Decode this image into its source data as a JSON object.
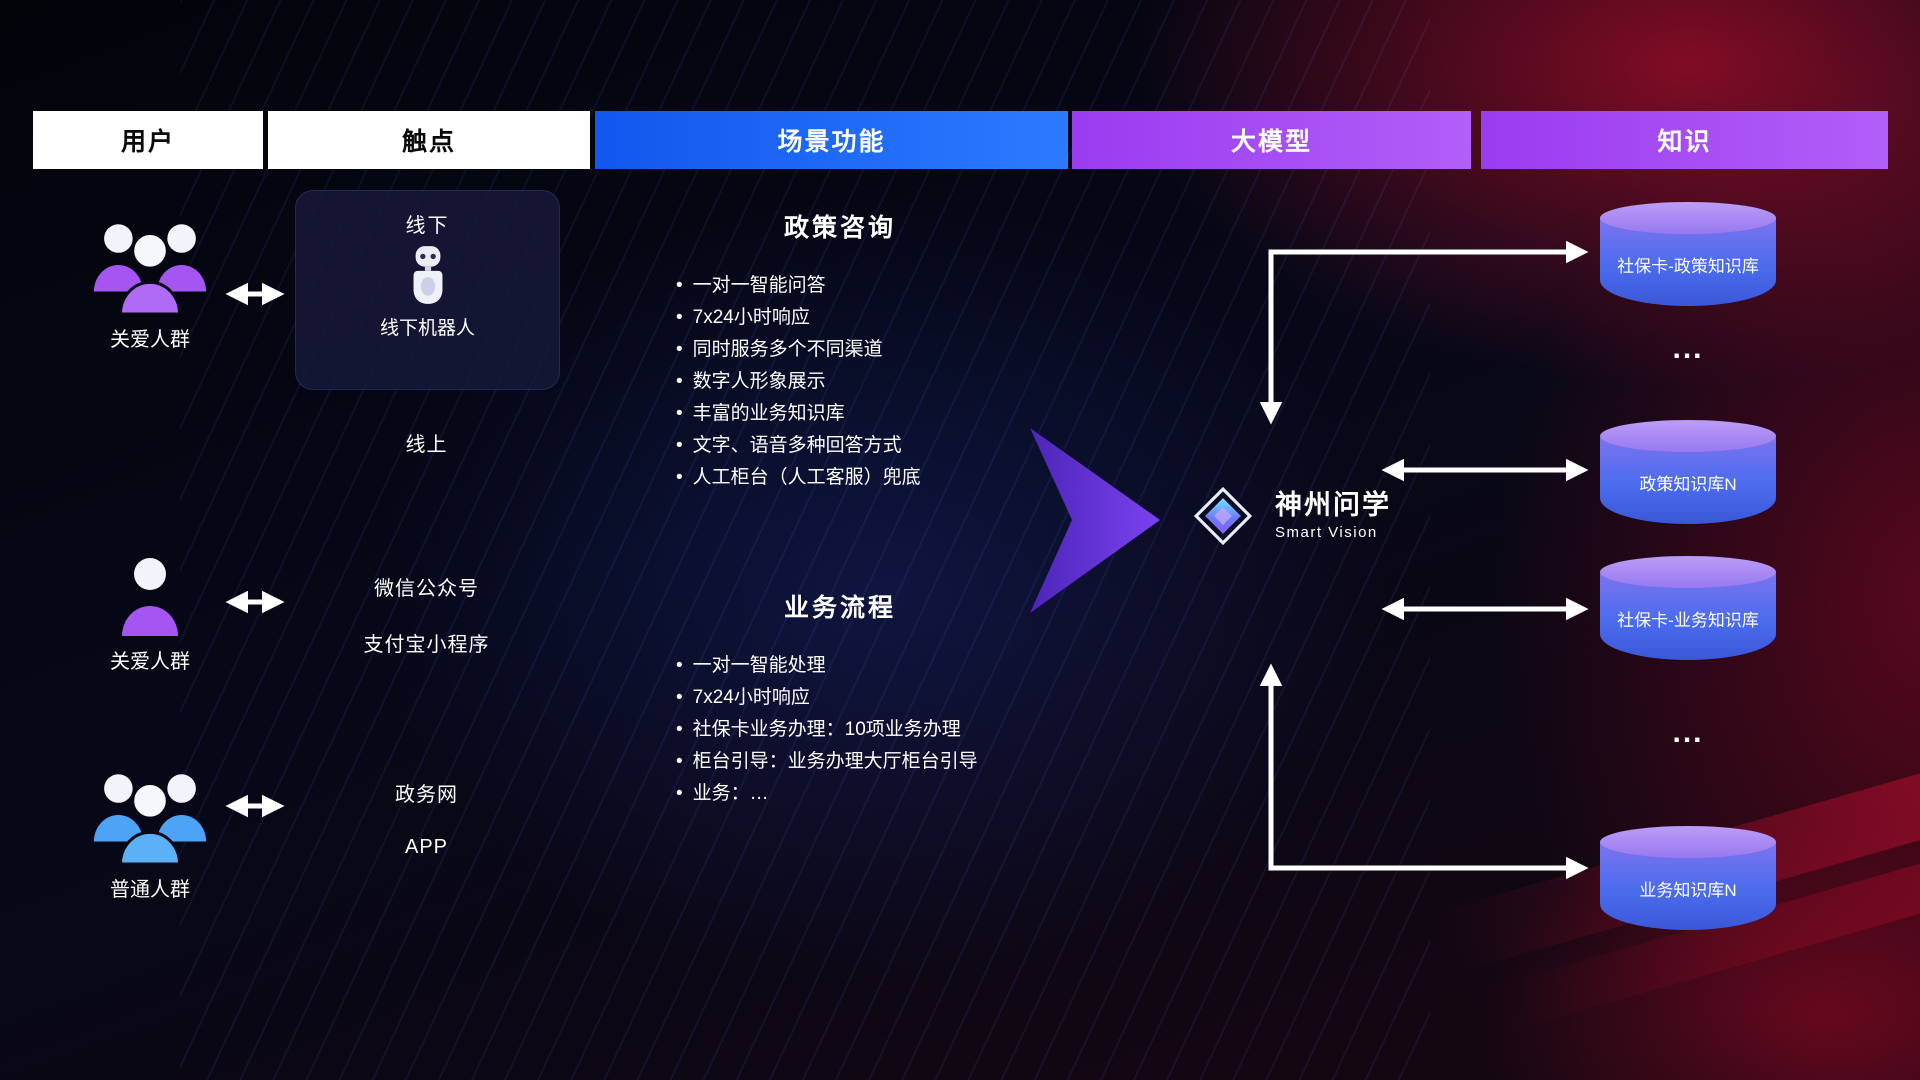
{
  "headers": [
    {
      "label": "用户"
    },
    {
      "label": "触点"
    },
    {
      "label": "场景功能"
    },
    {
      "label": "大模型"
    },
    {
      "label": "知识"
    }
  ],
  "colors": {
    "header_white_bg": "#ffffff",
    "header_blue_bg": "#1c63f2",
    "header_purple_bg": "#a44df2",
    "cylinder_top": "#a98ef5",
    "cylinder_body": "#4a6cee",
    "arrow": "#ffffff",
    "user_icon_purple": "#a555f2",
    "user_icon_blue": "#4da4f6",
    "background_red": "#8c0a20",
    "background_navy": "#060818"
  },
  "users": [
    {
      "label": "关爱人群",
      "icon": "people-group-purple"
    },
    {
      "label": "关爱人群",
      "icon": "person-purple"
    },
    {
      "label": "普通人群",
      "icon": "people-group-blue"
    }
  ],
  "touchpoints": {
    "offline_title": "线下",
    "offline_robot_label": "线下机器人",
    "online_title": "线上",
    "online_channels": [
      "微信公众号",
      "支付宝小程序"
    ],
    "gov_channels": [
      "政务网",
      "APP"
    ]
  },
  "scenes": [
    {
      "title": "政策咨询",
      "items": [
        "一对一智能问答",
        "7x24小时响应",
        "同时服务多个不同渠道",
        "数字人形象展示",
        "丰富的业务知识库",
        "文字、语音多种回答方式",
        "人工柜台（人工客服）兜底"
      ]
    },
    {
      "title": "业务流程",
      "items": [
        "一对一智能处理",
        "7x24小时响应",
        "社保卡业务办理：10项业务办理",
        "柜台引导：业务办理大厅柜台引导",
        "业务：…"
      ]
    }
  ],
  "model": {
    "name": "神州问学",
    "subtitle": "Smart Vision"
  },
  "knowledge": {
    "cylinders": [
      {
        "label": "社保卡-政策知识库"
      },
      {
        "label": "政策知识库N"
      },
      {
        "label": "社保卡-业务知识库"
      },
      {
        "label": "业务知识库N"
      }
    ],
    "ellipsis": "..."
  }
}
